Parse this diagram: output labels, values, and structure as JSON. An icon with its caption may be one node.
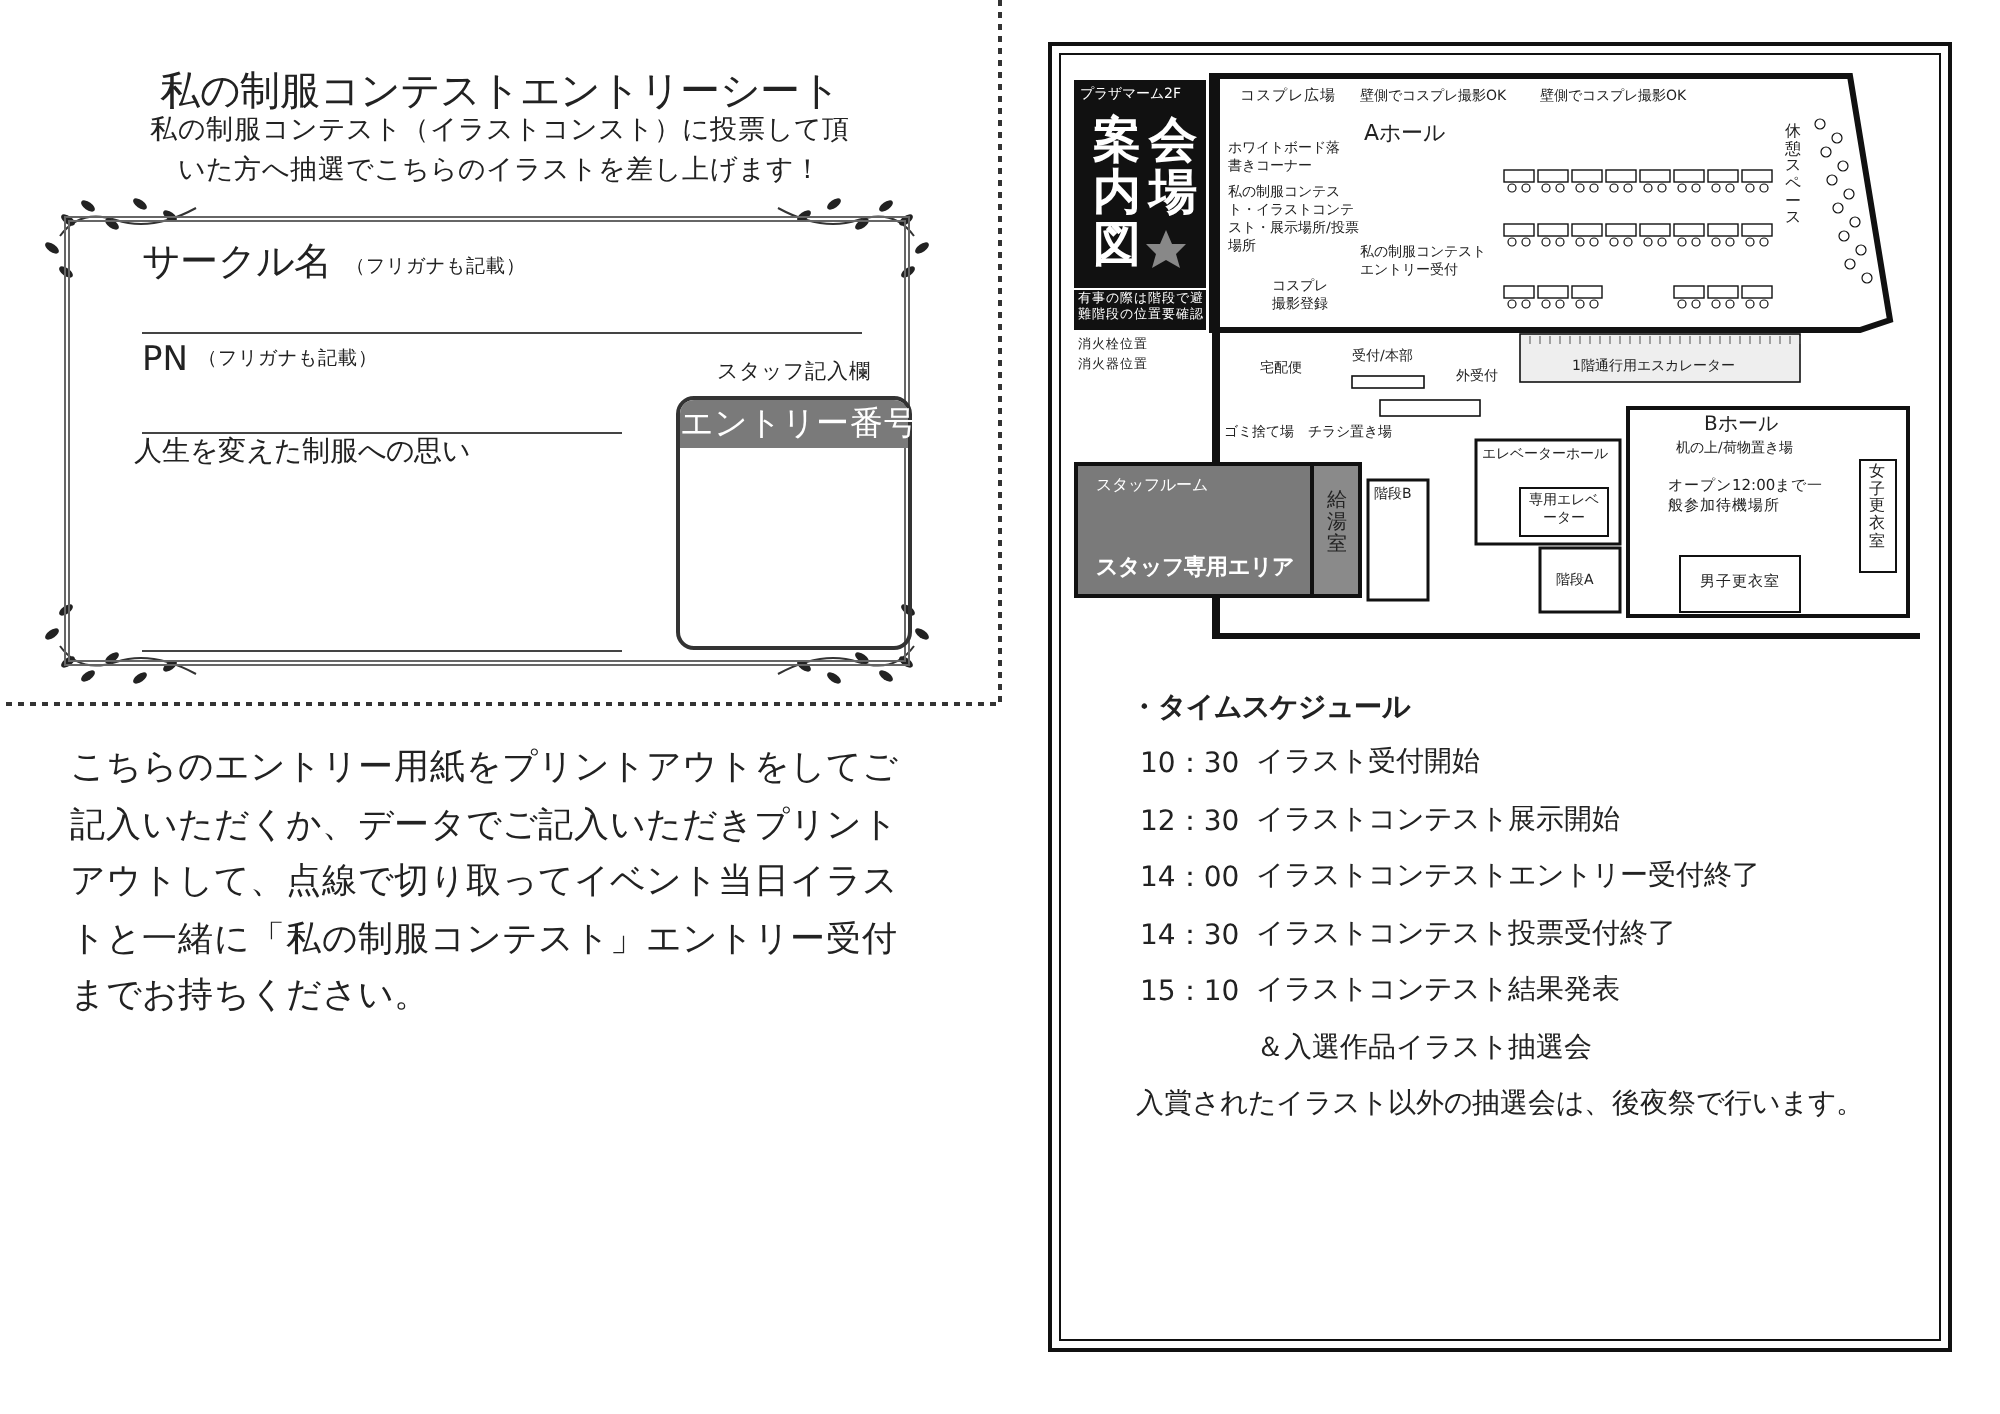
{
  "diagram": {
    "title": "私の制服コンテストエントリーシート",
    "nodes": [
      {
        "text": [
          "サークル名",
          "（フリガナも記載）",
          "PN",
          "（フリガナも記載）",
          "人生を変えた制服への思い"
        ]
      },
      {
        "text": [
          "エントリー番号"
        ],
        "beside": [
          "スタッフ記入欄"
        ],
        "in": 0
      }
    ],
    "labels": [
      "私の制服コンテスト（イラストコンスト）に投票して頂いた方へ抽選でこちらのイラストを差し上げます！",
      "こちらのエントリー用紙をプリントアウトをしてご記入いただくか、データでご記入いただきプリントアウトして、点線で切り取ってイベント当日イラストと一緒に「私の制服コンテスト」エントリー受付までお持ちください。",
      "プラザマーム2F",
      "会場",
      "案内図",
      "有事の際は階段で避難階段の位置要確認",
      "消火栓位置",
      "消火器位置",
      "コスプレ広場",
      "壁側でコスプレ撮影OK",
      "壁側でコスプレ撮影OK",
      "Aホール",
      "ホワイトボード落書きコーナー",
      "私の制服コンテスト・イラストコンテスト・展示場所/投票場所",
      "私の制服コンテストエントリー受付",
      "コスプレ撮影登録",
      "宅配便",
      "受付/本部",
      "外受付",
      "休憩スペース",
      "1階通行用エスカレーター",
      "ゴミ捨て場",
      "チラシ置き場",
      "スタッフルーム",
      "スタッフ専用エリア",
      "給湯室",
      "階段B",
      "エレベーターホール",
      "専用エレベーター",
      "階段A",
      "Bホール",
      "机の上/荷物置き場",
      "オープン12:00まで一般参加待機場所",
      "女子更衣室",
      "男子更衣室",
      "・タイムスケジュール",
      "10：30",
      "イラスト受付開始",
      "12：30",
      "イラストコンテスト展示開始",
      "14：00",
      "イラストコンテストエントリー受付終了",
      "14：30",
      "イラストコンテスト投票受付終了",
      "15：10",
      "イラストコンテスト結果発表＆入選作品イラスト抽選会",
      "入賞されたイラスト以外の抽選会は、後夜祭で行います。"
    ]
  }
}
